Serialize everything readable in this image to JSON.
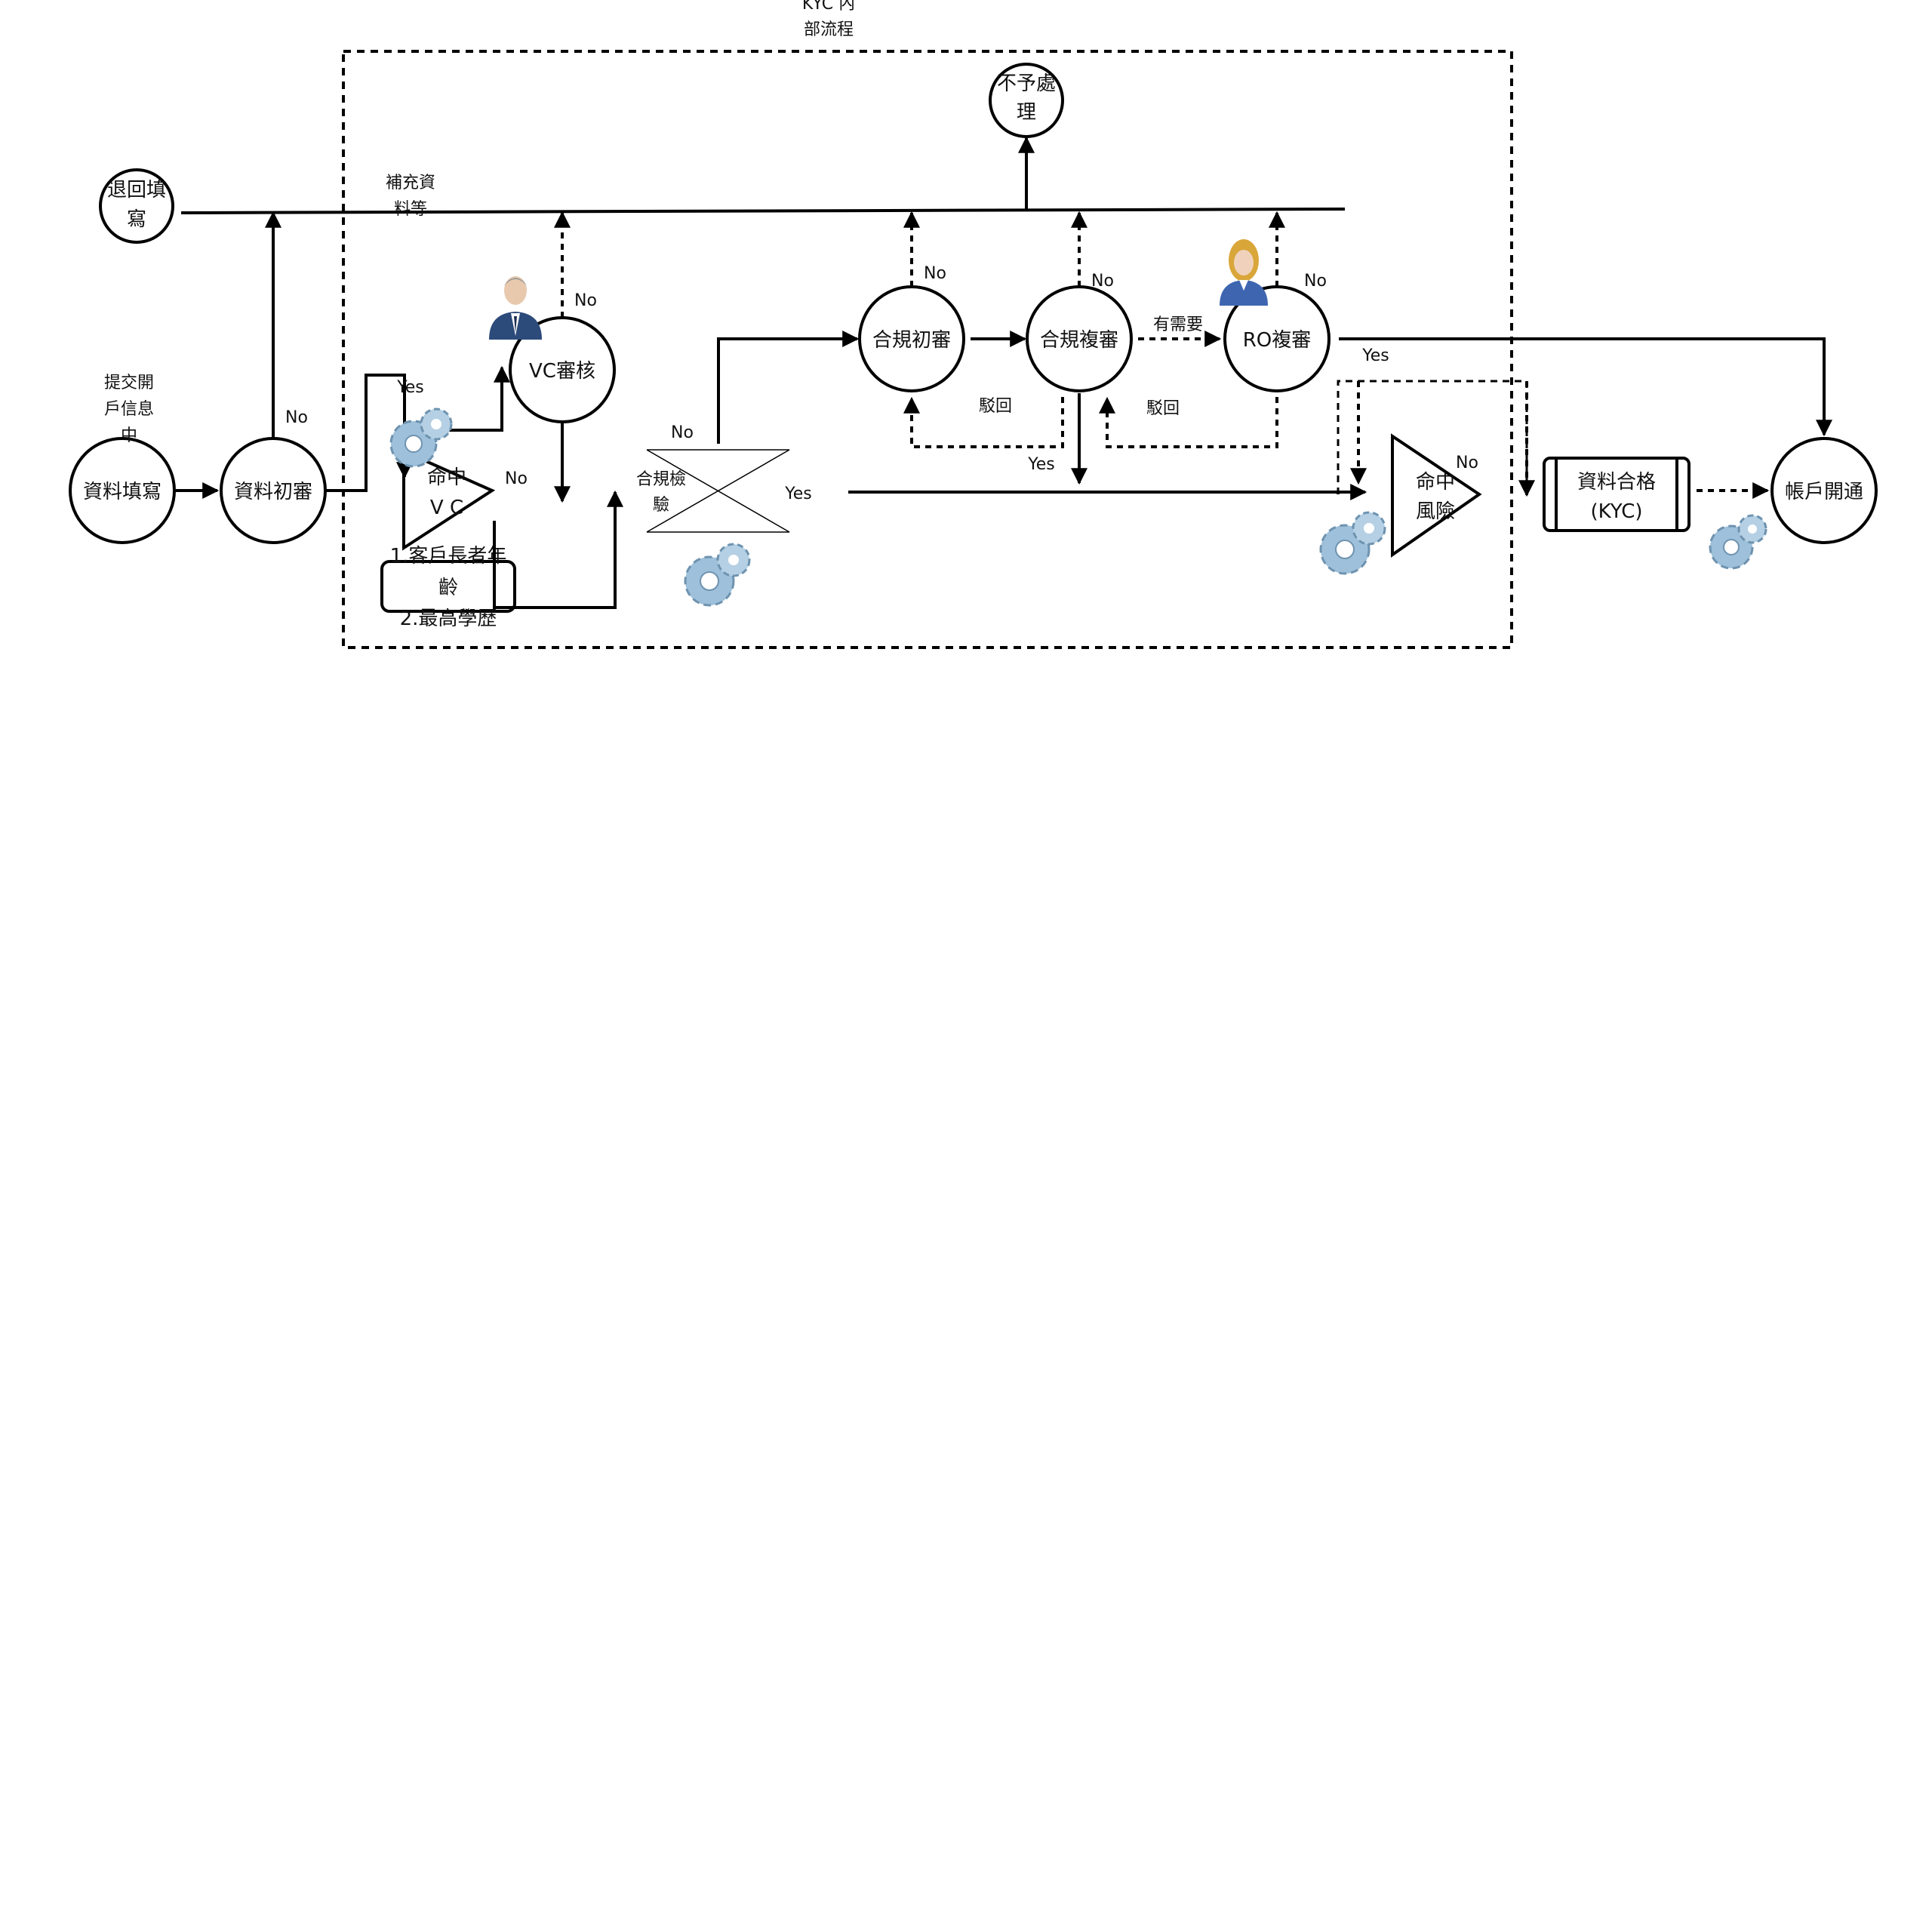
{
  "boundary": {
    "label_line1": "KYC 內",
    "label_line2": "部流程"
  },
  "nodes": {
    "fill": "資料填寫",
    "initial_review": "資料初審",
    "return_line1": "退回填",
    "return_line2": "寫",
    "reject_line1": "不予處",
    "reject_line2": "理",
    "vc_review": "VC審核",
    "compliance_initial": "合規初審",
    "compliance_second": "合規複審",
    "ro_review": "RO複審",
    "account_open": "帳戶開通",
    "qualified_line1": "資料合格",
    "qualified_line2": "(KYC)"
  },
  "gateways": {
    "hit_vc_line1": "命中",
    "hit_vc_line2": "V C",
    "hit_risk_line1": "命中",
    "hit_risk_line2": "風險",
    "compliance_check_line1": "合規檢",
    "compliance_check_line2": "驗"
  },
  "notes": {
    "submit_line1": "提交開",
    "submit_line2": "戶信息",
    "submit_line3": "中",
    "supplement_line1": "補充資",
    "supplement_line2": "料等",
    "criteria_line1": "1.客戶長者年",
    "criteria_line2": "齡",
    "criteria_line3": "2.最高學歷"
  },
  "edge_labels": {
    "no_initial": "No",
    "yes_vc": "Yes",
    "no_vc_hit": "No",
    "no_vc_review": "No",
    "no_compliance_check": "No",
    "yes_compliance_check": "Yes",
    "no_ci": "No",
    "no_cs": "No",
    "no_ro": "No",
    "need": "有需要",
    "reject_ci": "駁回",
    "reject_cs": "駁回",
    "yes_cs": "Yes",
    "yes_ro": "Yes",
    "no_risk": "No"
  },
  "colors": {
    "stroke": "#000000",
    "icon_gear": "#8fb4cf",
    "suit_blue": "#2c4a7a"
  }
}
